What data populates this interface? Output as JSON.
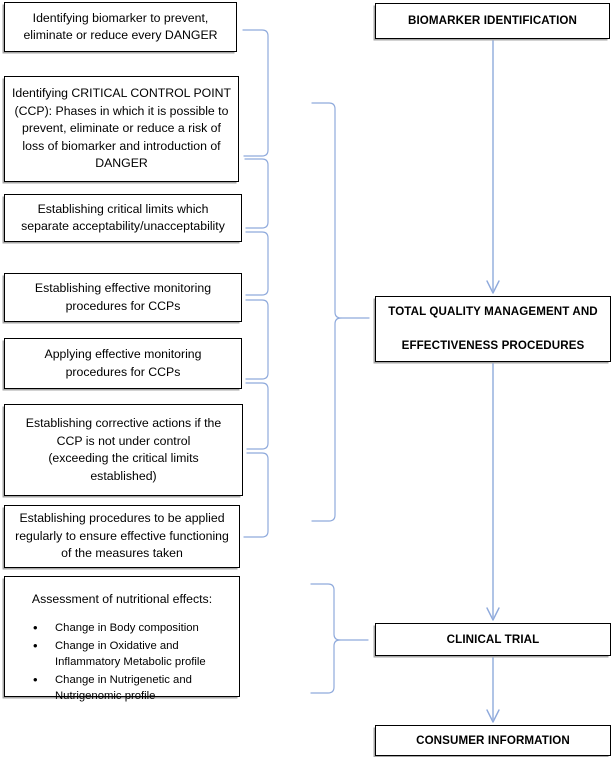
{
  "diagram": {
    "title": "Biomarker identification HACCP-style flowchart",
    "accent_line_color": "#8faadc",
    "box_border_color": "#000000",
    "box_shadow_color": "#a6a6a6"
  },
  "left_column": {
    "boxes": [
      {
        "id": "identifying-biomarker",
        "lines": [
          "Identifying biomarker to prevent,",
          "eliminate or reduce every DANGER"
        ]
      },
      {
        "id": "identifying-ccp",
        "lines": [
          "Identifying CRITICAL CONTROL POINT",
          "(CCP): Phases in which it is possible to",
          "prevent, eliminate or reduce a risk of",
          "loss of biomarker and introduction of",
          "DANGER"
        ]
      },
      {
        "id": "critical-limits",
        "lines": [
          "Establishing critical limits which",
          "separate acceptability/unacceptability"
        ]
      },
      {
        "id": "establishing-monitoring",
        "lines": [
          "Establishing effective monitoring",
          "procedures for CCPs"
        ]
      },
      {
        "id": "applying-monitoring",
        "lines": [
          "Applying effective monitoring",
          "procedures for CCPs"
        ]
      },
      {
        "id": "corrective-actions",
        "lines": [
          "Establishing corrective actions if the",
          "CCP is not under control",
          "(exceeding the critical limits",
          "established)"
        ]
      },
      {
        "id": "verification-procedures",
        "lines": [
          "Establishing procedures to be applied",
          "regularly to ensure effective functioning",
          "of the measures taken"
        ]
      }
    ],
    "assessment_box": {
      "id": "assessment-nutritional-effects",
      "title": "Assessment of nutritional effects:",
      "bullets": [
        [
          "Change in Body composition"
        ],
        [
          "Change in Oxidative and",
          "Inflammatory Metabolic profile"
        ],
        [
          "Change in Nutrigenetic and",
          "Nutrigenomic profile"
        ]
      ]
    }
  },
  "right_column": {
    "boxes": [
      {
        "id": "biomarker-identification",
        "lines": [
          "BIOMARKER IDENTIFICATION"
        ]
      },
      {
        "id": "total-quality-management",
        "lines": [
          "TOTAL QUALITY MANAGEMENT AND",
          "EFFECTIVENESS PROCEDURES"
        ]
      },
      {
        "id": "clinical-trial",
        "lines": [
          "CLINICAL TRIAL"
        ]
      },
      {
        "id": "consumer-information",
        "lines": [
          "CONSUMER INFORMATION"
        ]
      }
    ]
  }
}
